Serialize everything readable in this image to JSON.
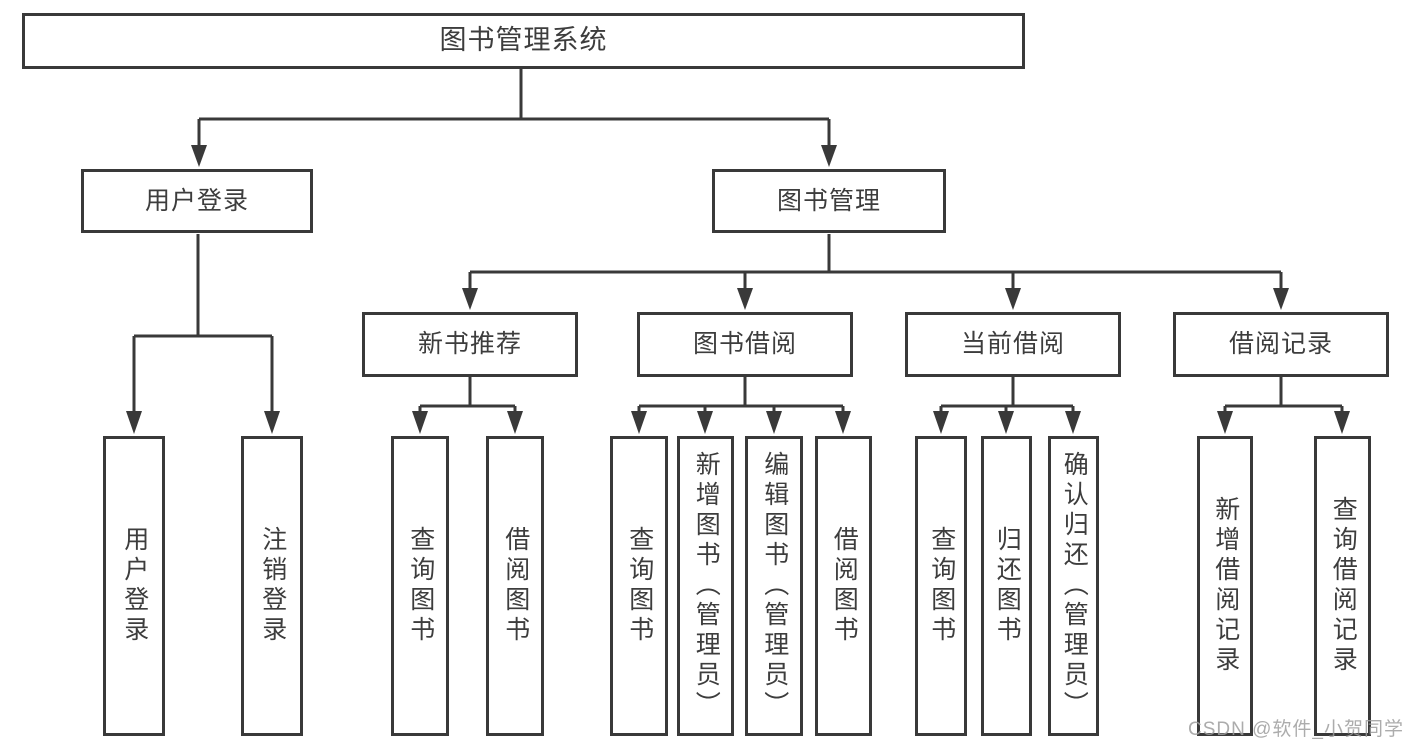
{
  "colors": {
    "line": "#393939",
    "box_border": "#393939",
    "text": "#3d3d3d",
    "background": "#ffffff",
    "watermark": "#9e9e9e"
  },
  "watermark": "CSDN @软件_小贺同学",
  "tree": {
    "label": "图书管理系统",
    "children": [
      {
        "label": "用户登录",
        "children": [
          {
            "label": "用户登录"
          },
          {
            "label": "注销登录"
          }
        ]
      },
      {
        "label": "图书管理",
        "children": [
          {
            "label": "新书推荐",
            "children": [
              {
                "label": "查询图书"
              },
              {
                "label": "借阅图书"
              }
            ]
          },
          {
            "label": "图书借阅",
            "children": [
              {
                "label": "查询图书"
              },
              {
                "label": "新增图书（管理员）"
              },
              {
                "label": "编辑图书（管理员）"
              },
              {
                "label": "借阅图书"
              }
            ]
          },
          {
            "label": "当前借阅",
            "children": [
              {
                "label": "查询图书"
              },
              {
                "label": "归还图书"
              },
              {
                "label": "确认归还（管理员）"
              }
            ]
          },
          {
            "label": "借阅记录",
            "children": [
              {
                "label": "新增借阅记录"
              },
              {
                "label": "查询借阅记录"
              }
            ]
          }
        ]
      }
    ]
  }
}
